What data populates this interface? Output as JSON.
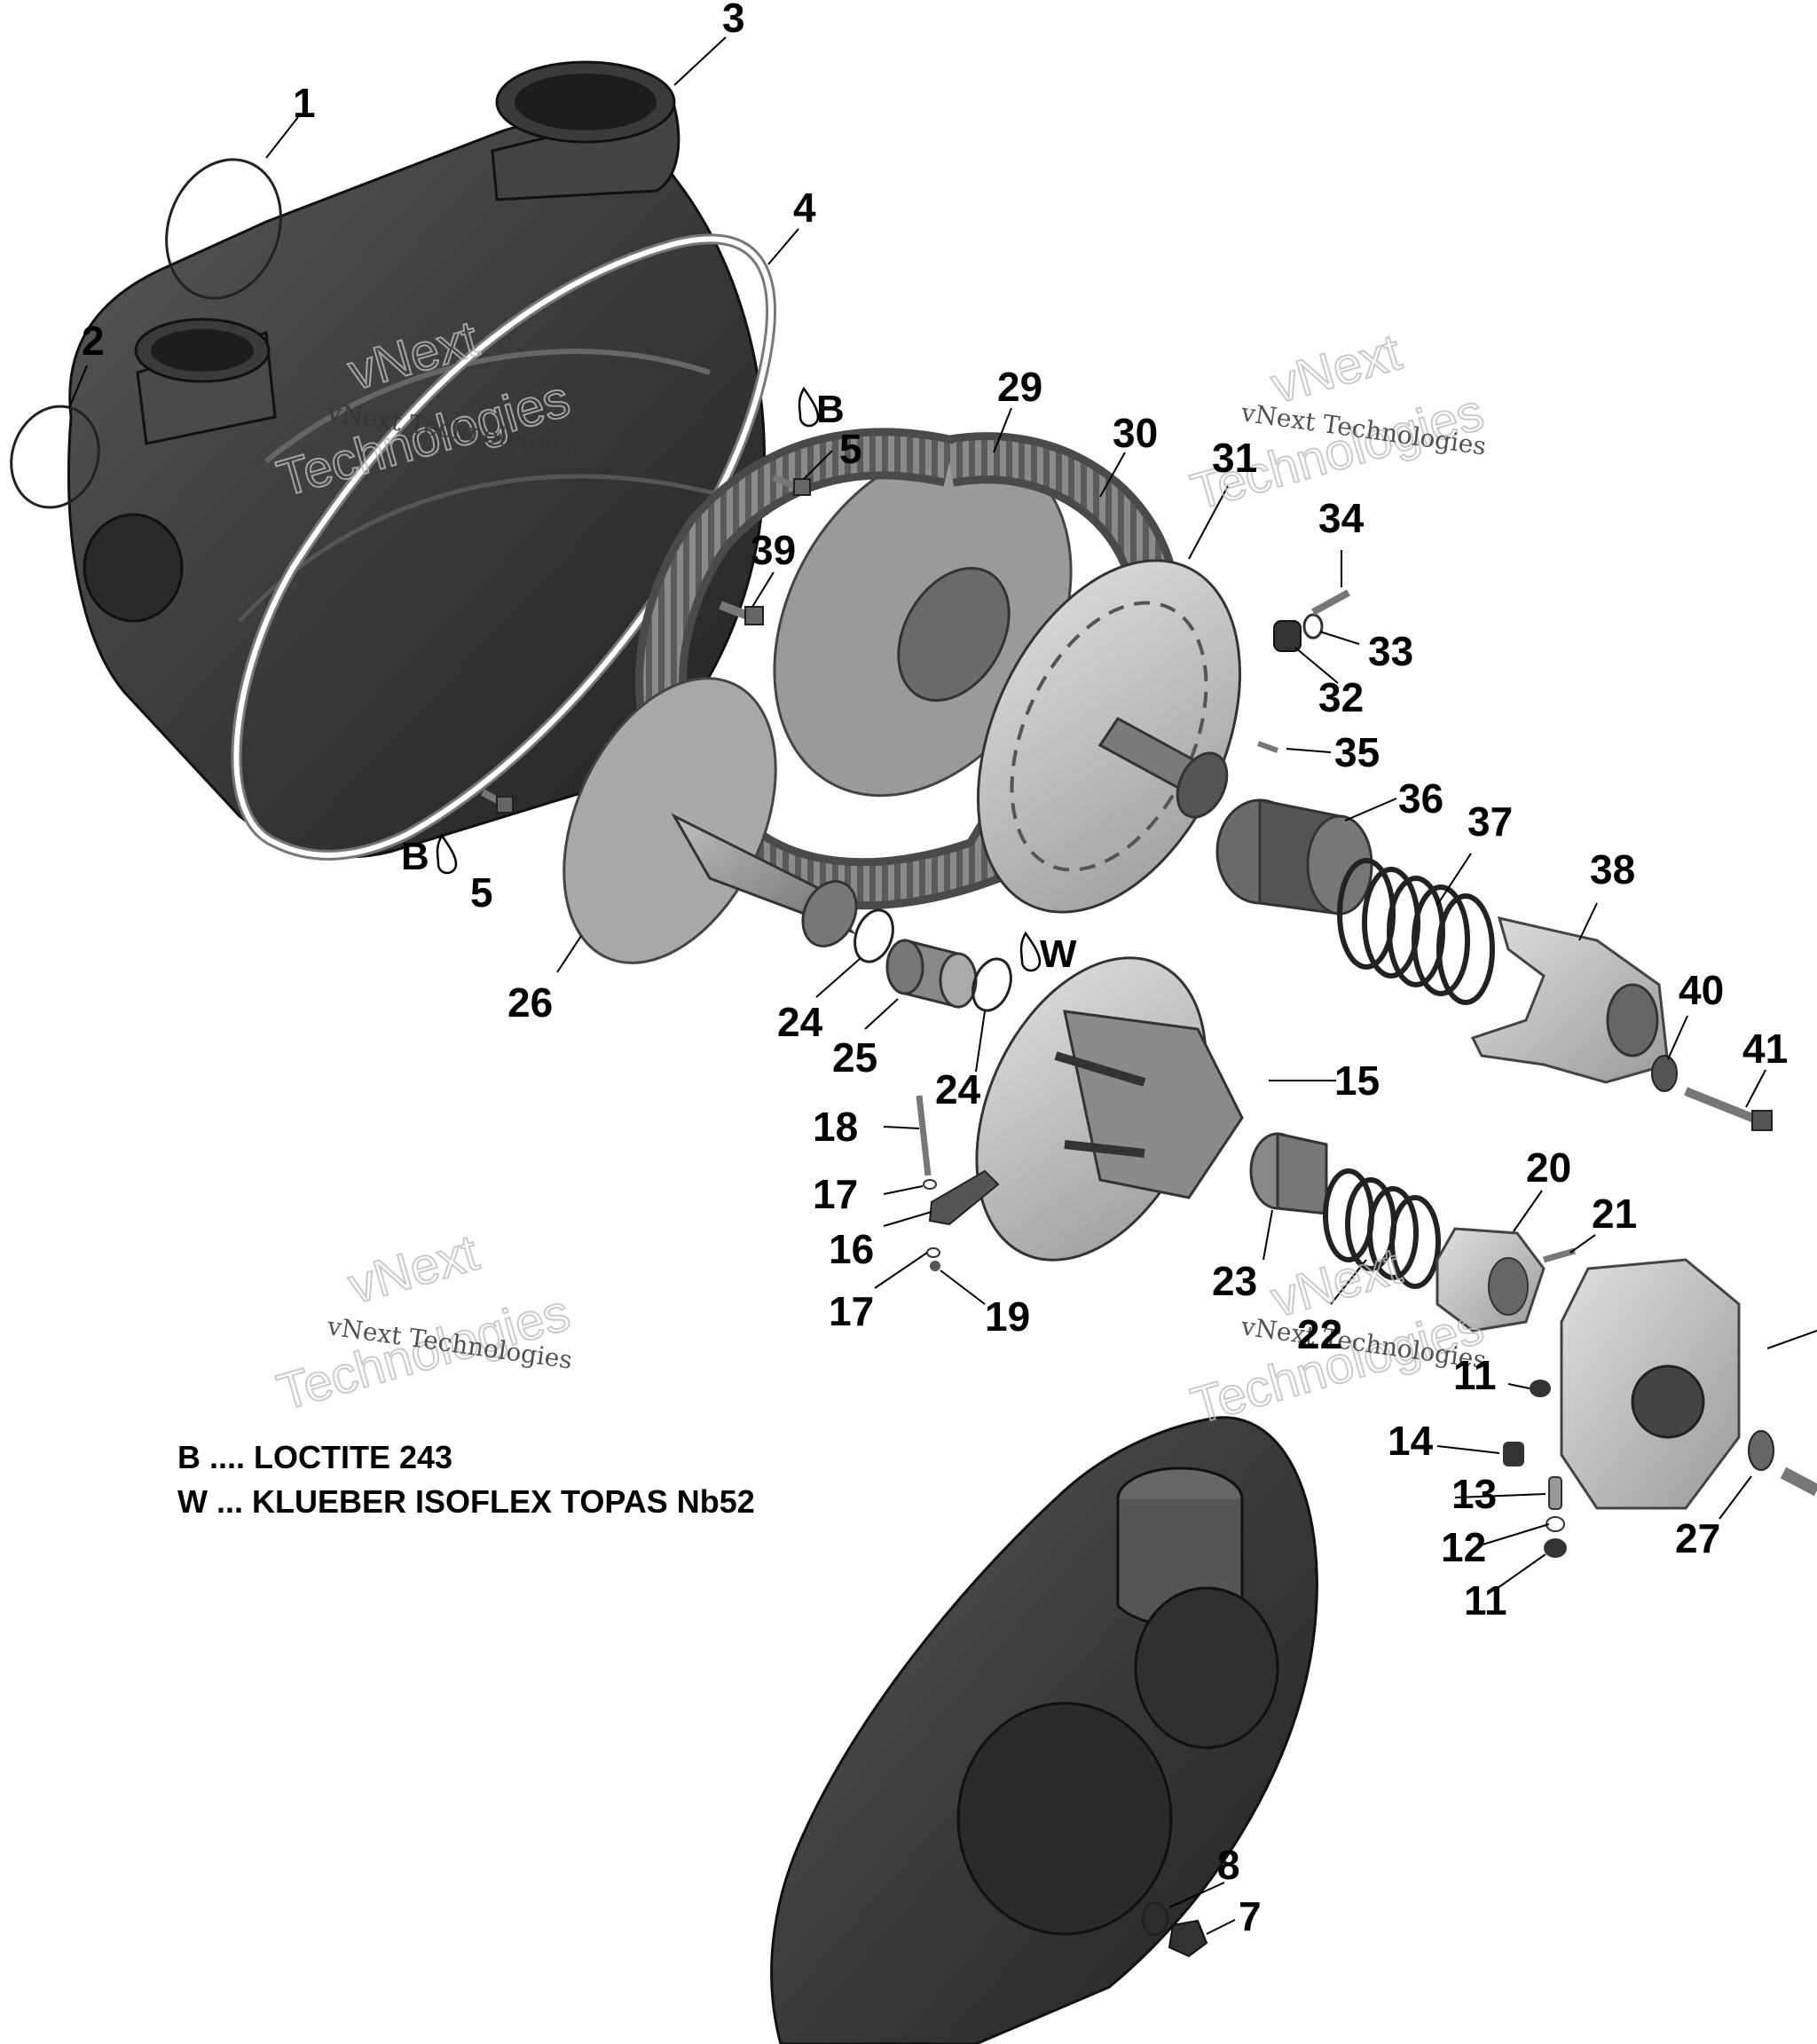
{
  "callouts": [
    "1",
    "2",
    "3",
    "4",
    "5",
    "39",
    "29",
    "30",
    "31",
    "34",
    "33",
    "32",
    "35",
    "36",
    "37",
    "38",
    "40",
    "41",
    "26",
    "24",
    "25",
    "15",
    "18",
    "17",
    "16",
    "19",
    "20",
    "21",
    "23",
    "22",
    "11",
    "14",
    "13",
    "12",
    "27",
    "8",
    "7"
  ],
  "markers": {
    "b": "B",
    "w": "W"
  },
  "legend": {
    "b": "B .... LOCTITE 243",
    "w": "W ... KLUEBER ISOFLEX TOPAS Nb52"
  },
  "watermark": {
    "small": "vNext Technologies",
    "big1": "vNext",
    "big2": "Technologies"
  }
}
